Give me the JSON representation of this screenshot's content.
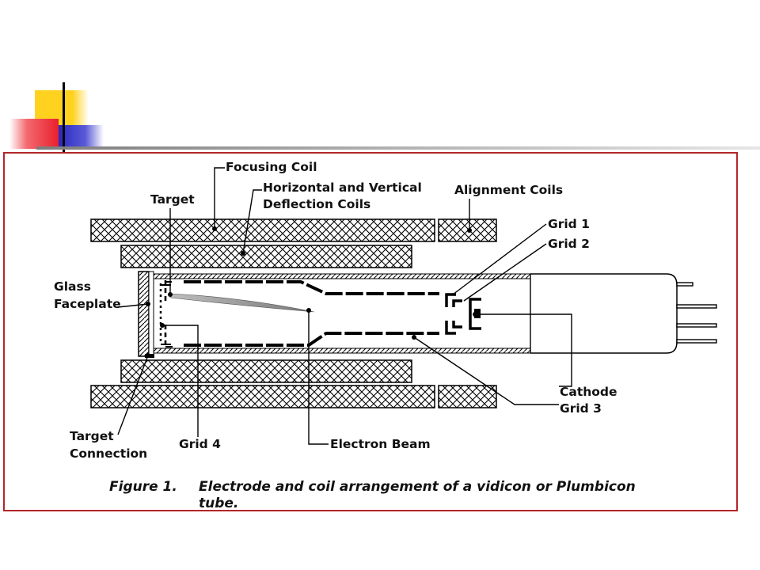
{
  "slide": {
    "accent_colors": {
      "yellow": "#ffd21f",
      "red": "#ef3a45",
      "blue": "#3535c8",
      "rule": "#9a9a9a",
      "frame": "#b3262b"
    }
  },
  "diagram": {
    "labels": {
      "focusing_coil": "Focusing Coil",
      "target": "Target",
      "hv_deflection_line1": "Horizontal and Vertical",
      "hv_deflection_line2": "Deflection Coils",
      "alignment_coils": "Alignment Coils",
      "grid1": "Grid 1",
      "grid2": "Grid 2",
      "glass_line1": "Glass",
      "glass_line2": "Faceplate",
      "cathode": "Cathode",
      "grid3": "Grid 3",
      "target_conn_line1": "Target",
      "target_conn_line2": "Connection",
      "grid4": "Grid 4",
      "electron_beam": "Electron Beam"
    },
    "caption": {
      "figure_label": "Figure 1.",
      "text_line1": "Electrode and coil arrangement of a vidicon or Plumbicon",
      "text_line2": "tube."
    }
  }
}
